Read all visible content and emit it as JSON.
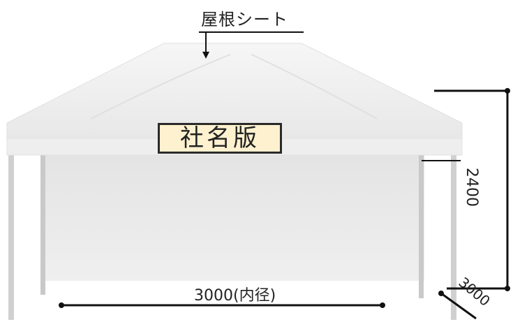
{
  "labels": {
    "roof_sheet": "屋根シート",
    "company_plate": "社名版",
    "width": "3000(内径)",
    "height": "2400",
    "depth": "3000"
  },
  "colors": {
    "canopy": "#f1f1f1",
    "canopy_shadow": "#dcdcdc",
    "side_wall": "#e9e9e9",
    "frame": "#c9c9c9",
    "plate_fill": "#fdf1cf",
    "dimension_line": "#111111"
  }
}
